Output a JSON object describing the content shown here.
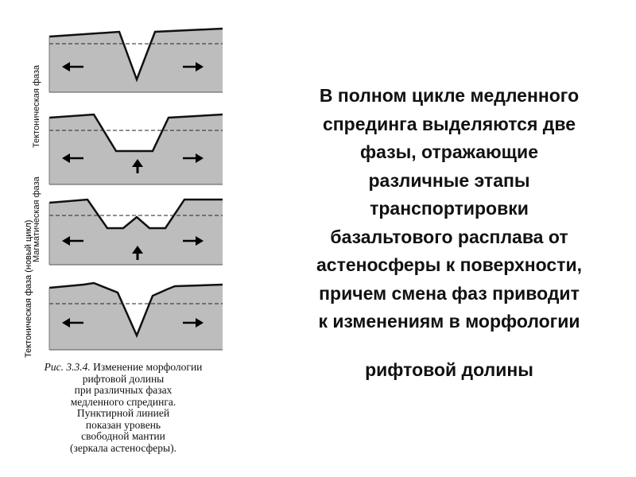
{
  "figure": {
    "phase_labels": [
      "Тектоническая фаза",
      "Магматическая фаза",
      "Тектоническая фаза (новый цикл)"
    ],
    "caption_number": "Рис. 3.3.4.",
    "caption_lines": [
      "Изменение морфологии",
      "рифтовой долины",
      "при различных фазах",
      "медленного спрединга.",
      "Пунктирной линией",
      "показан уровень",
      "свободной мантии",
      "(зеркала астеносферы)."
    ]
  },
  "text": {
    "lines": [
      "В полном цикле медленного",
      "спрединга выделяются две",
      "фазы, отражающие",
      "различные этапы",
      "транспортировки",
      "базальтового расплава от",
      "астеносферы к поверхности,",
      "причем смена фаз приводит",
      "к изменениям в морфологии"
    ],
    "last_line": "рифтовой долины"
  }
}
